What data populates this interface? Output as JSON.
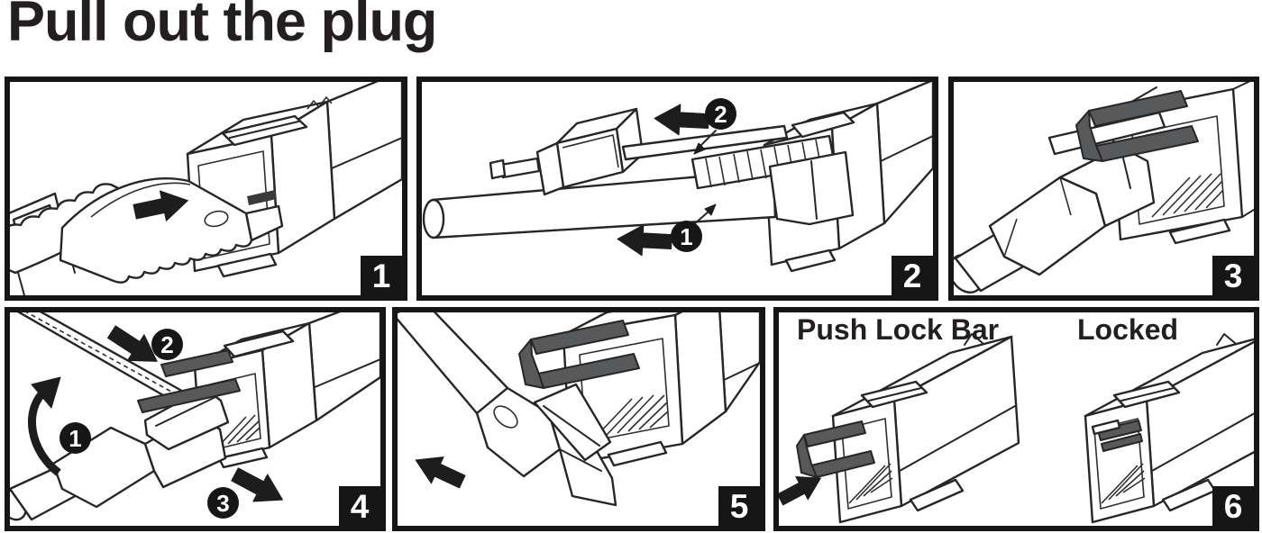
{
  "title": "Pull out the plug",
  "colors": {
    "line": "#262626",
    "panel_border": "#161616",
    "badge_bg": "#161616",
    "badge_text": "#ffffff",
    "lock_bar": "#58595b",
    "background": "#ffffff"
  },
  "panels": {
    "p1": {
      "badge": "1",
      "icon": "arrow-right"
    },
    "p2": {
      "badge": "2",
      "markers": {
        "top": "2",
        "bottom": "1"
      },
      "icons": [
        "arrow-left",
        "arrow-left"
      ]
    },
    "p3": {
      "badge": "3"
    },
    "p4": {
      "badge": "4",
      "markers": {
        "rotate": "1",
        "push": "2",
        "pull": "3"
      },
      "icons": [
        "arrow-curved-counterclockwise",
        "arrow-down-right",
        "arrow-down-right"
      ]
    },
    "p5": {
      "badge": "5",
      "icon": "arrow-down-left"
    },
    "p6": {
      "badge": "6",
      "caption_left": "Push Lock Bar",
      "caption_right": "Locked",
      "icon": "arrow-up-right"
    }
  }
}
